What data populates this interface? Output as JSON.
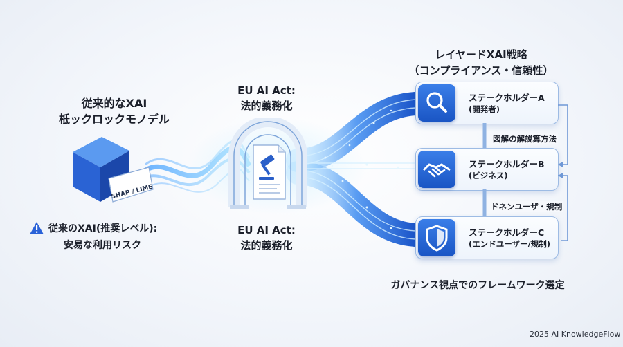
{
  "left": {
    "title_line1": "従来的なXAI",
    "title_line2": "柢ックロックモノデル",
    "tag": "SHAP / LIME",
    "warning_line1": "従来のXAI(推奨レベル):",
    "warning_line2": "安易な利用リスク",
    "warning_icon": "warning-triangle-icon"
  },
  "middle": {
    "top_line1": "EU AI Act:",
    "top_line2": "法的義務化",
    "bottom_line1": "EU AI Act:",
    "bottom_line2": "法的義務化",
    "icon": "gavel-document-icon"
  },
  "right": {
    "title_line1": "レイヤードXAI戦略",
    "title_line2": "（コンプライアンス・信頼性）",
    "stakeholders": [
      {
        "title": "ステークホルダーA",
        "sub": "(開発者)",
        "icon": "magnifier-icon"
      },
      {
        "title": "ステークホルダーB",
        "sub": "(ビジネス)",
        "icon": "handshake-icon"
      },
      {
        "title": "ステークホルダーC",
        "sub": "(エンドユーザー/規制)",
        "icon": "shield-icon"
      }
    ],
    "connector_top": "図解の解説算方法",
    "connector_bottom": "ドネンユーザ・規制",
    "footer": "ガバナンス視点でのフレームワーク選定"
  },
  "credit": "2025 AI KnowledgeFlow",
  "colors": {
    "accent": "#1f5fd6",
    "accent_light": "#6fb6ff",
    "warning": "#2a62d8"
  }
}
